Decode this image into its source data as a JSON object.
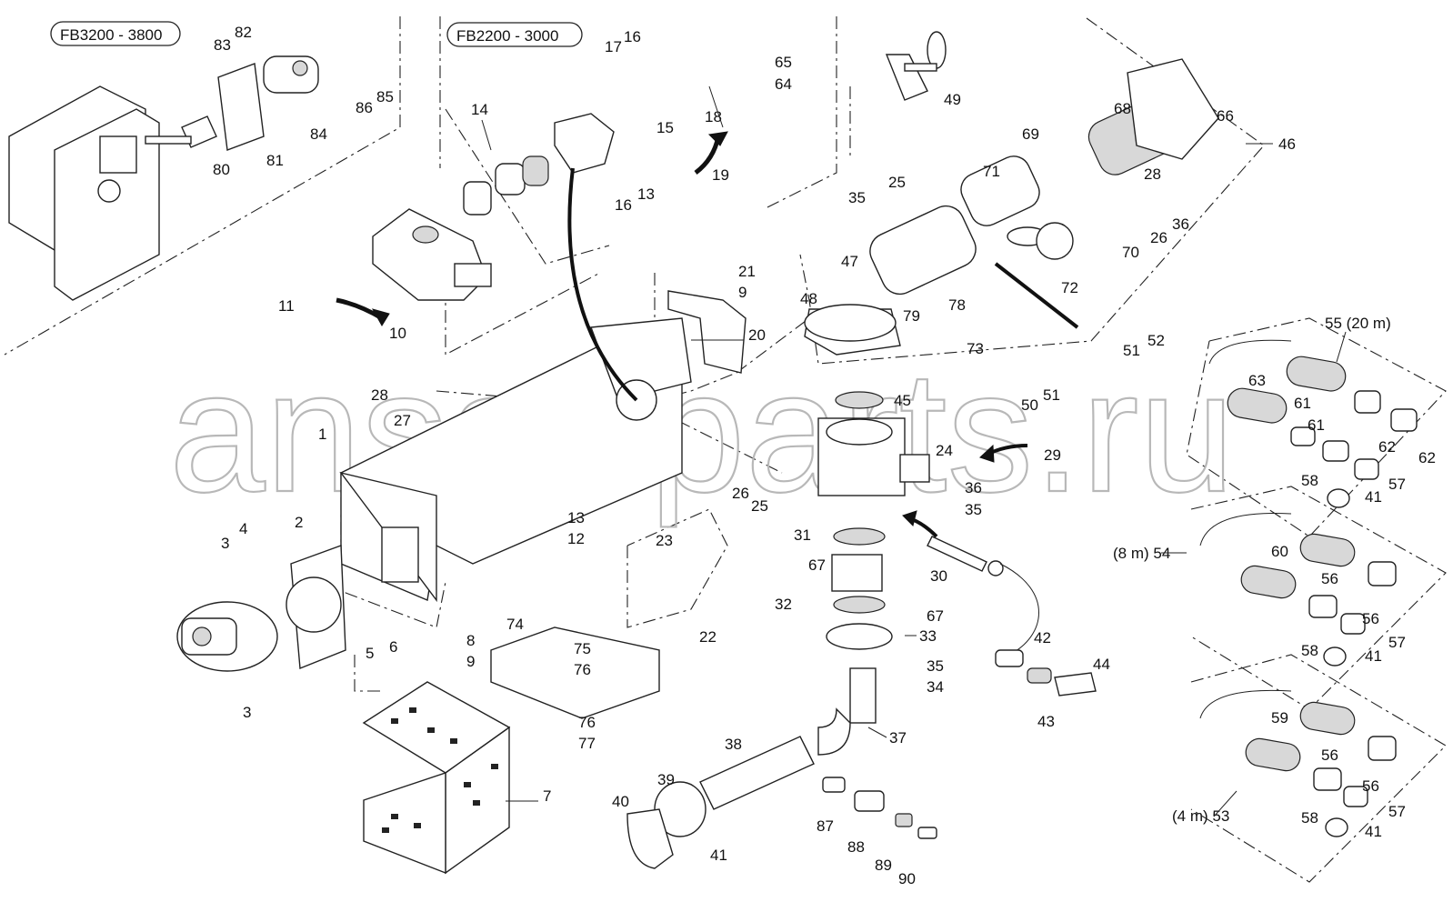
{
  "watermark": "ansat-parts.ru",
  "variant_boxes": [
    {
      "id": "fb3200",
      "text": "FB3200 - 3800"
    },
    {
      "id": "fb2200",
      "text": "FB2200 - 3000"
    }
  ],
  "hose_kits": {
    "kit20": "55 (20 m)",
    "kit8": "(8 m) 54",
    "kit4": "(4 m) 53"
  },
  "callouts": {
    "c1": "1",
    "c2": "2",
    "c3a": "3",
    "c3b": "3",
    "c4": "4",
    "c5": "5",
    "c6": "6",
    "c7": "7",
    "c8": "8",
    "c9a": "9",
    "c9b": "9",
    "c10": "10",
    "c11": "11",
    "c12": "12",
    "c13a": "13",
    "c13b": "13",
    "c14": "14",
    "c15": "15",
    "c16a": "16",
    "c16b": "16",
    "c17": "17",
    "c18": "18",
    "c19": "19",
    "c20": "20",
    "c21": "21",
    "c22": "22",
    "c23": "23",
    "c24": "24",
    "c25a": "25",
    "c25b": "25",
    "c26a": "26",
    "c26b": "26",
    "c27": "27",
    "c28a": "28",
    "c28b": "28",
    "c29": "29",
    "c30": "30",
    "c31": "31",
    "c32": "32",
    "c33": "33",
    "c34": "34",
    "c35a": "35",
    "c35b": "35",
    "c35c": "35",
    "c36a": "36",
    "c36b": "36",
    "c37": "37",
    "c38": "38",
    "c39": "39",
    "c40": "40",
    "c41a": "41",
    "c41b": "41",
    "c41c": "41",
    "c41d": "41",
    "c42": "42",
    "c43": "43",
    "c44": "44",
    "c45": "45",
    "c46": "46",
    "c47": "47",
    "c48": "48",
    "c49": "49",
    "c50": "50",
    "c51a": "51",
    "c51b": "51",
    "c52": "52",
    "c56a": "56",
    "c56b": "56",
    "c56c": "56",
    "c56d": "56",
    "c57a": "57",
    "c57b": "57",
    "c57c": "57",
    "c58a": "58",
    "c58b": "58",
    "c58c": "58",
    "c59": "59",
    "c60": "60",
    "c61a": "61",
    "c61b": "61",
    "c62a": "62",
    "c62b": "62",
    "c63": "63",
    "c64": "64",
    "c65": "65",
    "c66": "66",
    "c67a": "67",
    "c67b": "67",
    "c68": "68",
    "c69": "69",
    "c70": "70",
    "c71": "71",
    "c72": "72",
    "c73": "73",
    "c74": "74",
    "c75": "75",
    "c76a": "76",
    "c76b": "76",
    "c77": "77",
    "c78": "78",
    "c79": "79",
    "c80": "80",
    "c81": "81",
    "c82": "82",
    "c83": "83",
    "c84": "84",
    "c85": "85",
    "c86": "86",
    "c87": "87",
    "c88": "88",
    "c89": "89",
    "c90": "90"
  }
}
